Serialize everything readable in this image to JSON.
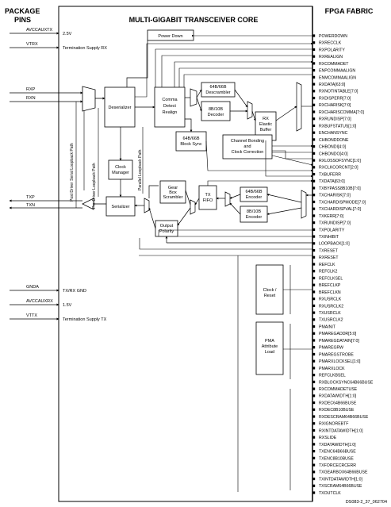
{
  "headers": {
    "package_pins": [
      "PACKAGE",
      "PINS"
    ],
    "core_title": "MULTI-GIGABIT TRANSCEIVER CORE",
    "fpga_fabric": "FPGA FABRIC"
  },
  "package_pins": [
    {
      "name": "AVCCAUXTX",
      "note": "2.5V"
    },
    {
      "name": "VTRX",
      "note": "Termination Supply RX"
    },
    {
      "name": "RXP",
      "note": ""
    },
    {
      "name": "RXN",
      "note": ""
    },
    {
      "name": "TXP",
      "note": ""
    },
    {
      "name": "TXN",
      "note": ""
    },
    {
      "name": "GNDA",
      "note": "TX/RX GND"
    },
    {
      "name": "AVCCAUXRX",
      "note": "1.5V"
    },
    {
      "name": "VTTX",
      "note": "Termination Supply TX"
    }
  ],
  "blocks": {
    "power_down": "Power Down",
    "deserializer": "Deserializer",
    "comma": [
      "Comma",
      "Detect",
      "Realign"
    ],
    "descrambler": [
      "64B/66B",
      "Descrambler"
    ],
    "decoder": [
      "8B/10B",
      "Decoder"
    ],
    "block_sync": [
      "64B/66B",
      "Block Sync"
    ],
    "rx_buffer": [
      "RX",
      "Elastic",
      "Buffer"
    ],
    "channel_bonding": [
      "Channel Bonding",
      "and",
      "Clock Correction"
    ],
    "clock_manager": [
      "Clock",
      "Manager"
    ],
    "serializer": "Serializer",
    "gearbox": [
      "Gear",
      "Box",
      "Scrambler"
    ],
    "tx_fifo": [
      "TX",
      "FIFO"
    ],
    "encoder_64b66b": [
      "64B/66B",
      "Encoder"
    ],
    "encoder_8b10b": [
      "8B/10B",
      "Encoder"
    ],
    "output_polarity": [
      "Output",
      "Polarity"
    ],
    "clock_reset": [
      "Clock /",
      "Reset"
    ],
    "pma_load": [
      "PMA",
      "Attribute",
      "Load"
    ]
  },
  "loopback_labels": {
    "post_driver": "Post Driver Serial Loopback Path",
    "pre_driver": "Pre-Driver Loopback Path",
    "parallel": "Parallel Loopback Path"
  },
  "fabric_signals": [
    "POWERDOWN",
    "RXRECCLK",
    "RXPOLARITY",
    "RXREALIGN",
    "RXCOMMADET",
    "ENPCOMMAALIGN",
    "ENMCOMMAALIGN",
    "RXDATA[63:0]",
    "RXNOTINTABLE[7:0]",
    "RXDISPERR[7:0]",
    "RXCHARISK[7:0]",
    "RXCHARISCOMMA[7:0]",
    "RXRUNDISP[7:0]",
    "RXBUFSTATUS[1:0]",
    "ENCHANSYNC",
    "CHBONDDONE",
    "CHBONDI[4:0]",
    "CHBONDO[4:0]",
    "RXLOSSOFSYNC[1:0]",
    "RXCLKCORCNT[2:0]",
    "TXBUFERR",
    "TXDATA[63:0]",
    "TXBYPASS8B10B[7:0]",
    "TXCHARISK[7:0]",
    "TXCHARDISPMODE[7:0]",
    "TXCHARDISPVAL[7:0]",
    "TXKERR[7:0]",
    "TXRUNDISP[7:0]",
    "TXPOLARITY",
    "TXINHIBIT",
    "LOOPBACK[1:0]",
    "TXRESET",
    "RXRESET",
    "REFCLK",
    "REFCLK2",
    "REFCLKSEL",
    "BREFCLKP",
    "BREFCLKN",
    "RXUSRCLK",
    "RXUSRCLK2",
    "TXUSRCLK",
    "TXUSRCLK2",
    "PMAINIT",
    "PMAREGADDR[5:0]",
    "PMAREGDATAIN[7:0]",
    "PMAREGRW",
    "PMAREGSTROBE",
    "PMARXLOCKSEL[1:0]",
    "PMARXLOCK",
    "REFCLKBSEL",
    "RXBLOCKSYNC64B66BUSE",
    "RXCOMMADETUSE",
    "RXDATAWIDTH[1:0]",
    "RXDEC64B66BUSE",
    "RXDEC8B10BUSE",
    "RXDESCRAM64B66BUSE",
    "RXIGNOREBTF",
    "RXINTDATAWIDTH[1:0]",
    "RXSLIDE",
    "TXDATAWIDTH[1:0]",
    "TXENC64B66BUSE",
    "TXENC8B10BUSE",
    "TXFORCECRCERR",
    "TXGEARBOX64B66BUSE",
    "TXINTDATAWIDTH[1:0]",
    "TXSCRAM64B66BUSE",
    "TXOUTCLK"
  ],
  "footer_id": "DS083-2_37_062704"
}
